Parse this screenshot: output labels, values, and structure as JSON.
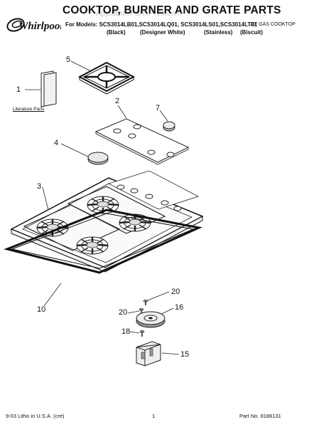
{
  "brand": "Whirlpool",
  "title": "COOKTOP, BURNER AND GRATE PARTS",
  "watermark": "AppliancePartsPros.com",
  "models_line": "For Models: SCS3014LB01,SCS3014LQ01, SCS3014LS01,SCS3014LT01",
  "colors": [
    "(Black)",
    "(Designer White)",
    "(Stainless)",
    "(Biscuit)"
  ],
  "product_type": "30\" GAS COOKTOP",
  "literature_caption": "Literature Parts",
  "callouts": {
    "literature": "1",
    "cooktop_panel": "2",
    "cooktop": "3",
    "burner_cap": "4",
    "grate": "5",
    "knob": "7",
    "gasket": "10",
    "spark_electrode": "15",
    "burner_base": "16",
    "screw": "18",
    "screw_a": "20",
    "screw_b": "20"
  },
  "footer": {
    "left": "9-03 Litho in U.S.A. (cre)",
    "page": "1",
    "part_number": "Part No. 8186131"
  }
}
